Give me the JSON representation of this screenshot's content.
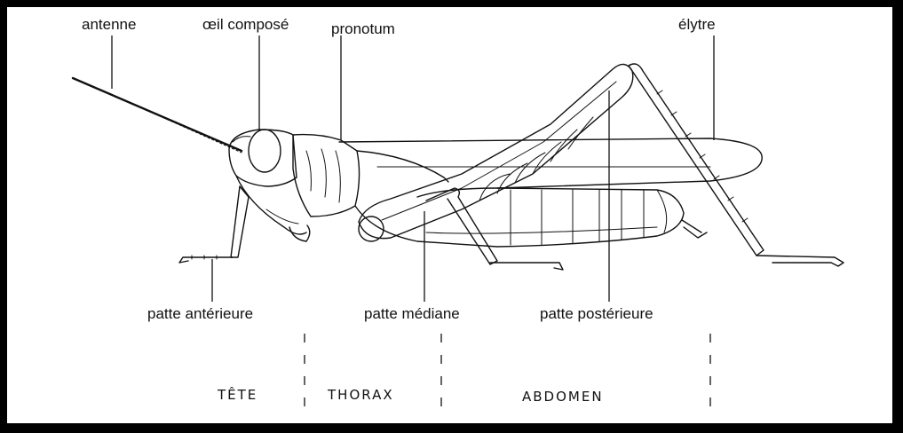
{
  "labels": {
    "antenne": "antenne",
    "oeil": "œil composé",
    "pronotum": "pronotum",
    "elytre": "élytre",
    "patte_anterieure": "patte antérieure",
    "patte_mediane": "patte médiane",
    "patte_posterieure": "patte postérieure"
  },
  "sections": {
    "tete": "TÊTE",
    "thorax": "THORAX",
    "abdomen": "ABDOMEN"
  },
  "colors": {
    "frame": "#000000",
    "background": "#ffffff",
    "ink": "#111111"
  }
}
